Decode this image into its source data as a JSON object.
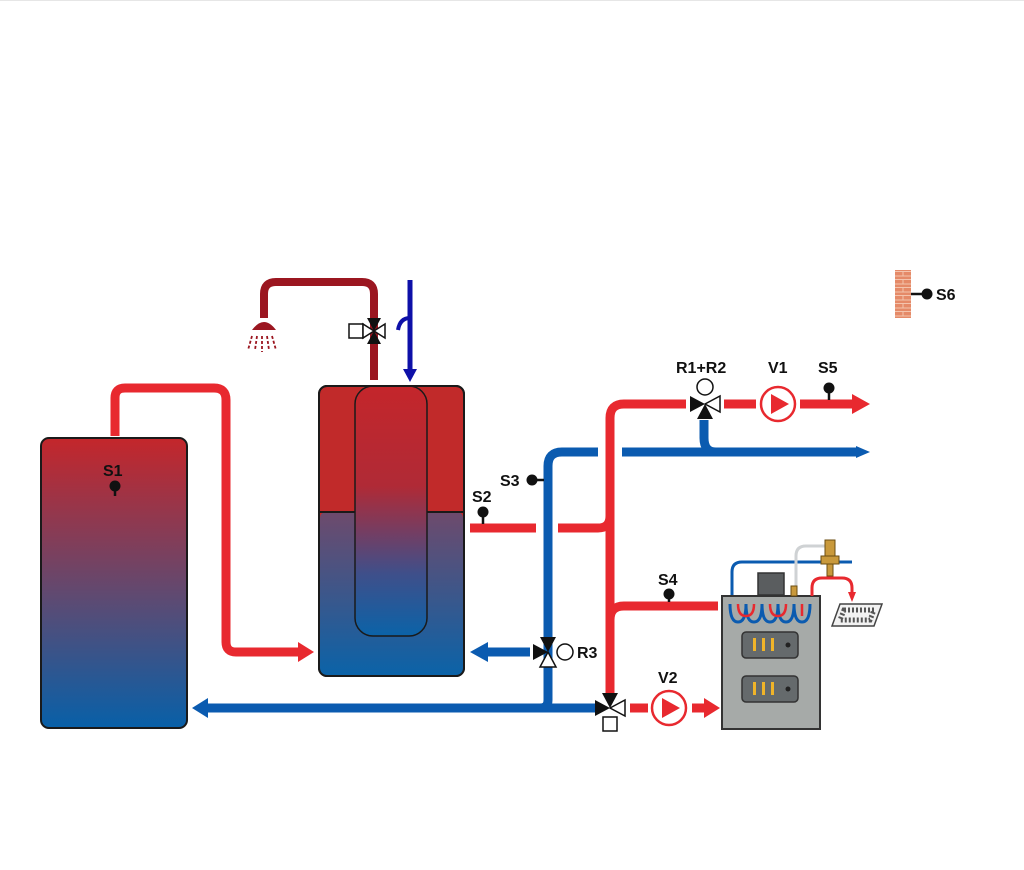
{
  "labels": {
    "s1": "S1",
    "s2": "S2",
    "s3": "S3",
    "s4": "S4",
    "s5": "S5",
    "s6": "S6",
    "r1r2": "R1+R2",
    "r3": "R3",
    "v1": "V1",
    "v2": "V2"
  },
  "colors": {
    "hot_pipe": "#e8292f",
    "cold_pipe": "#0b5bb0",
    "dhw_pipe": "#9b1620",
    "cold_water_inlet": "#0e10a8",
    "tank_top": "#c12a2a",
    "tank_bottom": "#0b63a8",
    "boiler_body": "#a6aaa8",
    "outdoor_wall": "#e38a66"
  },
  "icons": {
    "sensor": "sensor-icon",
    "pump": "pump-icon",
    "valve": "three-way-valve-icon",
    "shower": "shower-head-icon",
    "boiler": "boiler-icon",
    "radiator": "floor-heating-icon",
    "wall": "outdoor-wall-icon"
  }
}
